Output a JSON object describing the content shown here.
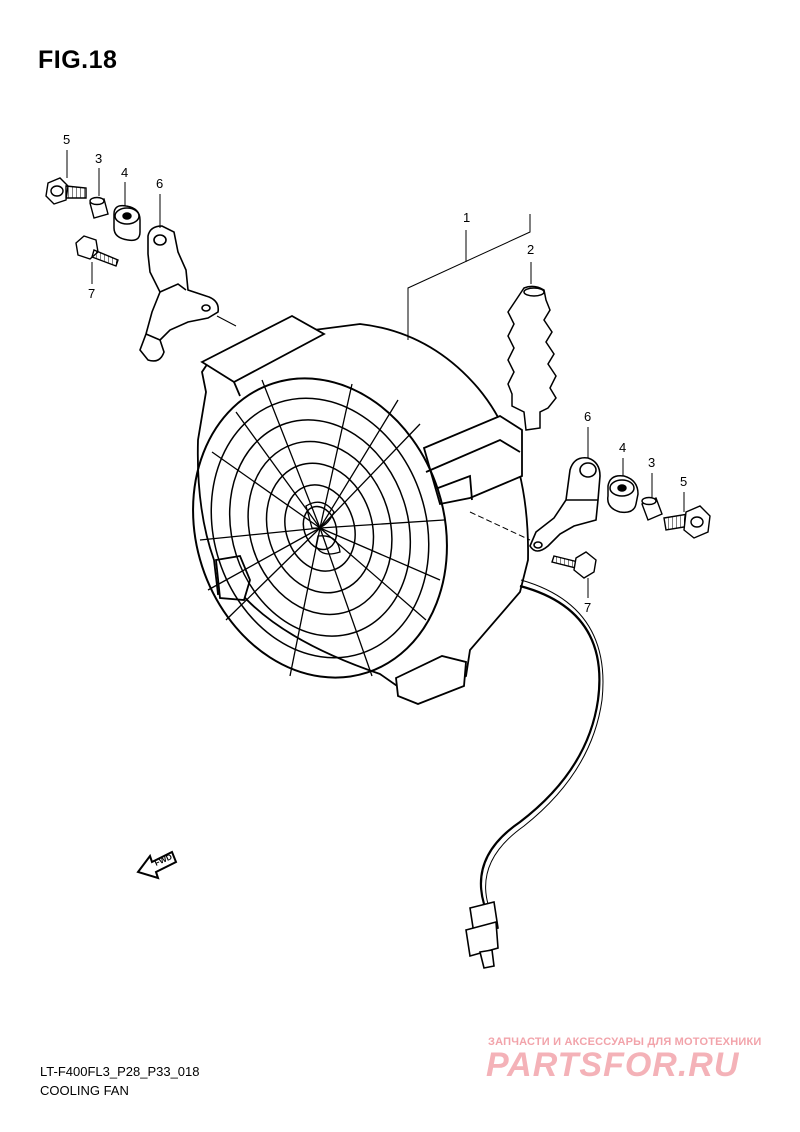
{
  "figure": {
    "title": "FIG.18"
  },
  "callouts": {
    "fan_assembly": "1",
    "grommet": "2",
    "collar_left": "3",
    "cushion_left": "4",
    "bolt_left": "5",
    "bracket_left": "6",
    "screw_left": "7",
    "bracket_right": "6",
    "cushion_right": "4",
    "collar_right": "3",
    "bolt_right": "5",
    "screw_right": "7"
  },
  "direction_marker": "FWD",
  "footer": {
    "diagram_code": "LT-F400FL3_P28_P33_018",
    "diagram_name": "COOLING FAN"
  },
  "watermark": {
    "tagline": "ЗАПЧАСТИ И АКСЕССУАРЫ ДЛЯ МОТОТЕХНИКИ",
    "logo": "PARTSFOR.RU"
  }
}
